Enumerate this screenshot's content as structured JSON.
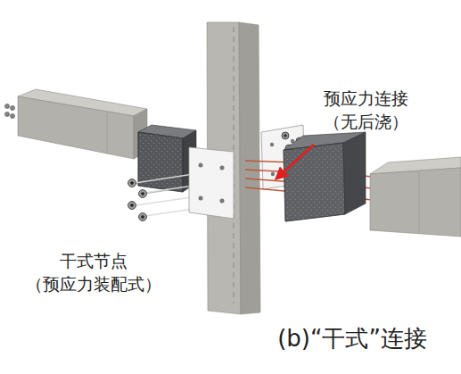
{
  "diagram": {
    "caption": "(b)“干式”连接",
    "labels": [
      "预应力连接 （无后浇）",
      "干式节点 （预应力装配式）"
    ]
  }
}
